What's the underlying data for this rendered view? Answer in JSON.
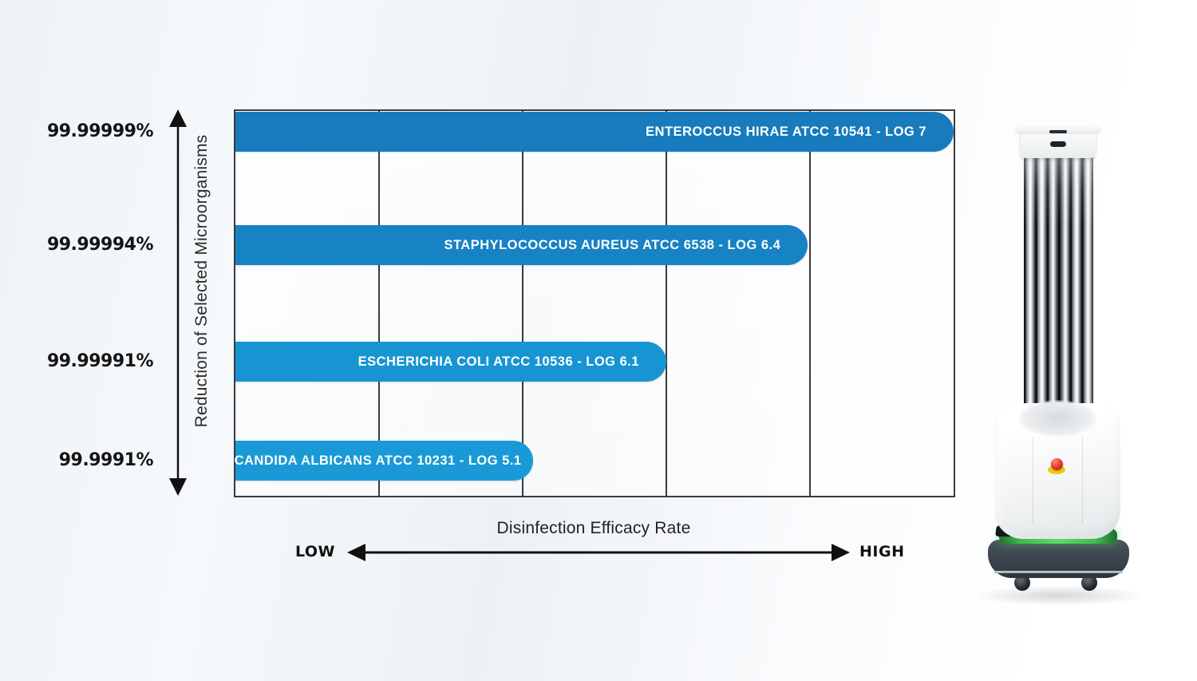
{
  "chart_data": {
    "type": "bar",
    "orientation": "horizontal",
    "title": "",
    "xlabel": "Disinfection Efficacy Rate",
    "ylabel": "Reduction of Selected Microorganisms",
    "x_axis": {
      "low_label": "LOW",
      "high_label": "HIGH"
    },
    "grid": "vertical gridlines, 5 columns",
    "legend": "none",
    "categories": [
      "99.99999%",
      "99.99994%",
      "99.99991%",
      "99.9991%"
    ],
    "bars": [
      {
        "tick_label": "99.99999%",
        "bar_label": "ENTEROCCUS HIRAE ATCC 10541 - LOG 7",
        "log_reduction": 7.0,
        "length_frac": 1.0,
        "color": "#177bbd"
      },
      {
        "tick_label": "99.99994%",
        "bar_label": "STAPHYLOCOCCUS AUREUS ATCC 6538 - LOG 6.4",
        "log_reduction": 6.4,
        "length_frac": 0.797,
        "color": "#1782c4"
      },
      {
        "tick_label": "99.99991%",
        "bar_label": "ESCHERICHIA COLI ATCC 10536 - LOG 6.1",
        "log_reduction": 6.1,
        "length_frac": 0.6,
        "color": "#1795d2"
      },
      {
        "tick_label": "99.9991%",
        "bar_label": "CANDIDA ALBICANS ATCC 10231 - LOG 5.1",
        "log_reduction": 5.1,
        "length_frac": 0.414,
        "color": "#199ad6"
      }
    ]
  },
  "robot": {
    "name": "UV-C disinfection robot"
  },
  "colors": {
    "axis": "#3b3b3b",
    "bar_text": "#ffffff",
    "green_glow": "#3dbb4e",
    "estop_red": "#e23226"
  }
}
